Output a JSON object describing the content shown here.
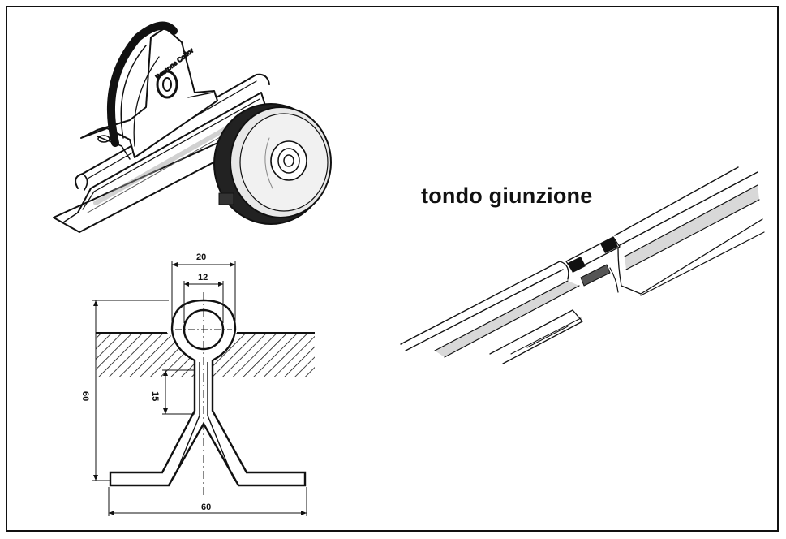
{
  "caption": "tondo giunzione",
  "brand_mark": "Bestone Collor",
  "dimensions": {
    "top_width": "20",
    "inner_diameter": "12",
    "total_height": "60",
    "neck_height": "15",
    "base_width": "60"
  },
  "colors": {
    "ink": "#111111",
    "rail_shade": "#d8d8d8",
    "wheel_face": "#e8e8e8"
  }
}
